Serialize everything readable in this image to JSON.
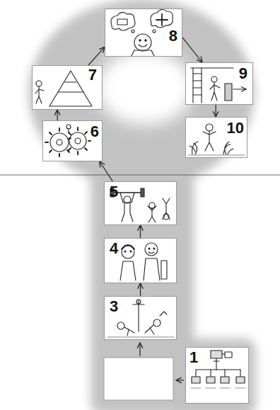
{
  "diagram": {
    "nodes": [
      {
        "text": [
          "1"
        ]
      },
      {
        "text": [
          "3"
        ]
      },
      {
        "text": [
          "4"
        ]
      },
      {
        "text": [
          "5"
        ]
      },
      {
        "text": [
          "6"
        ]
      },
      {
        "text": [
          "7"
        ]
      },
      {
        "text": [
          "8"
        ]
      },
      {
        "text": [
          "9"
        ]
      },
      {
        "text": [
          "10"
        ]
      }
    ],
    "edges": [
      {
        "from": 1,
        "to": 2,
        "arrow": "to"
      },
      {
        "from": 2,
        "to": 3,
        "arrow": "to"
      },
      {
        "from": 3,
        "to": 4,
        "arrow": "to"
      },
      {
        "from": 4,
        "to": 5,
        "arrow": "to"
      },
      {
        "from": 5,
        "to": 6,
        "arrow": "to"
      },
      {
        "from": 6,
        "to": 7,
        "arrow": "to"
      },
      {
        "from": 7,
        "to": 8,
        "arrow": "to"
      }
    ]
  }
}
